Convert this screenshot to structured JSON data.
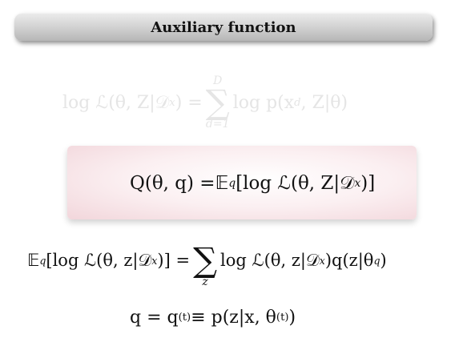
{
  "slide": {
    "title": "Auxiliary function"
  },
  "eq1": {
    "lhs": "log ℒ(θ, Z|𝒟",
    "lhs_sub": "x",
    "lhs_end": ") = ",
    "sum_upper": "D",
    "sum_lower": "d=1",
    "rhs": "log p(x",
    "rhs_sub": "d",
    "rhs_end": ", Z|θ)"
  },
  "eq2": {
    "lhs": "Q(θ, q) = ",
    "E": "𝔼",
    "E_sub": "q",
    "rhs": " [log ℒ(θ, Z|𝒟",
    "rhs_sub": "x",
    "rhs_end": ")]"
  },
  "eq3": {
    "E": "𝔼",
    "E_sub": "q",
    "lhs": " [log ℒ(θ, z|𝒟",
    "lhs_sub": "x",
    "lhs_end": ")] = ",
    "sum_lower": "z",
    "rhs": "log ℒ(θ, z|𝒟",
    "rhs_sub": "x",
    "rhs_mid": ")q(z|θ",
    "rhs_sub2": "q",
    "rhs_end": ")"
  },
  "eq4": {
    "lhs": "q = q",
    "sup": "(t)",
    "mid": " ≡ p(z|x, θ",
    "sup2": "(t)",
    "end": ")"
  },
  "colors": {
    "faded_text": "#e5e5e5",
    "box_tint": "#f2d6db"
  }
}
